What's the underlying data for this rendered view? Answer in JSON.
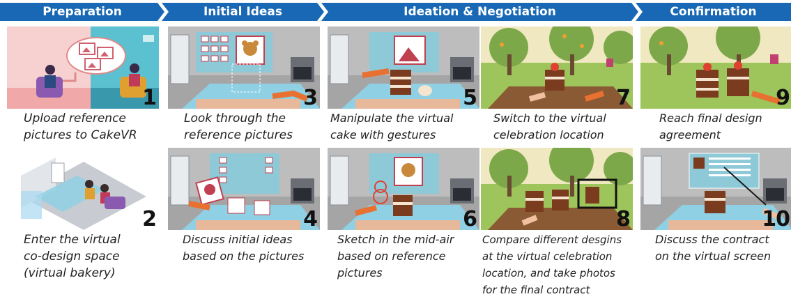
{
  "colors": {
    "phase_bar": "#1868b5",
    "wall": "#bcbcbc",
    "table": "#8fd0e4",
    "cake": "#7a3b1e",
    "grass": "#9ec55b"
  },
  "phases": [
    {
      "label": "Preparation"
    },
    {
      "label": "Initial Ideas"
    },
    {
      "label": "Ideation & Negotiation"
    },
    {
      "label": "Confirmation"
    }
  ],
  "steps": [
    {
      "number": "1",
      "caption": [
        "Upload reference",
        "pictures to CakeVR"
      ]
    },
    {
      "number": "2",
      "caption": [
        "Enter the virtual",
        "co-design space",
        "(virtual bakery)"
      ]
    },
    {
      "number": "3",
      "caption": [
        "Look through the",
        "reference pictures"
      ]
    },
    {
      "number": "4",
      "caption": [
        "Discuss initial ideas",
        "based on the pictures"
      ]
    },
    {
      "number": "5",
      "caption": [
        "Manipulate the virtual",
        "cake with gestures"
      ]
    },
    {
      "number": "6",
      "caption": [
        "Sketch in the mid-air",
        "based on reference",
        "pictures"
      ]
    },
    {
      "number": "7",
      "caption": [
        "Switch to the virtual",
        "celebration location"
      ]
    },
    {
      "number": "8",
      "caption": [
        "Compare different desgins",
        "at the virtual celebration",
        "location, and take photos",
        "for the final contract"
      ]
    },
    {
      "number": "9",
      "caption": [
        "Reach final design",
        "agreement"
      ]
    },
    {
      "number": "10",
      "caption": [
        "Discuss the contract",
        "on the virtual screen"
      ]
    }
  ]
}
